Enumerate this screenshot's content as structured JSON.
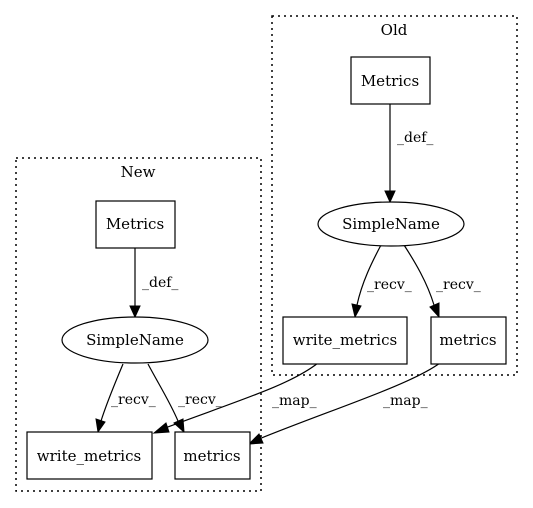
{
  "clusters": {
    "old": {
      "label": "Old"
    },
    "new": {
      "label": "New"
    }
  },
  "nodes": {
    "old_metrics_class": "Metrics",
    "old_simplename": "SimpleName",
    "old_write_metrics": "write_metrics",
    "old_metrics": "metrics",
    "new_metrics_class": "Metrics",
    "new_simplename": "SimpleName",
    "new_write_metrics": "write_metrics",
    "new_metrics": "metrics"
  },
  "edges": {
    "old_def": "_def_",
    "old_recv_write": "_recv_",
    "old_recv_metrics": "_recv_",
    "new_def": "_def_",
    "new_recv_write": "_recv_",
    "new_recv_metrics": "_recv_",
    "map_write": "_map_",
    "map_metrics": "_map_"
  }
}
